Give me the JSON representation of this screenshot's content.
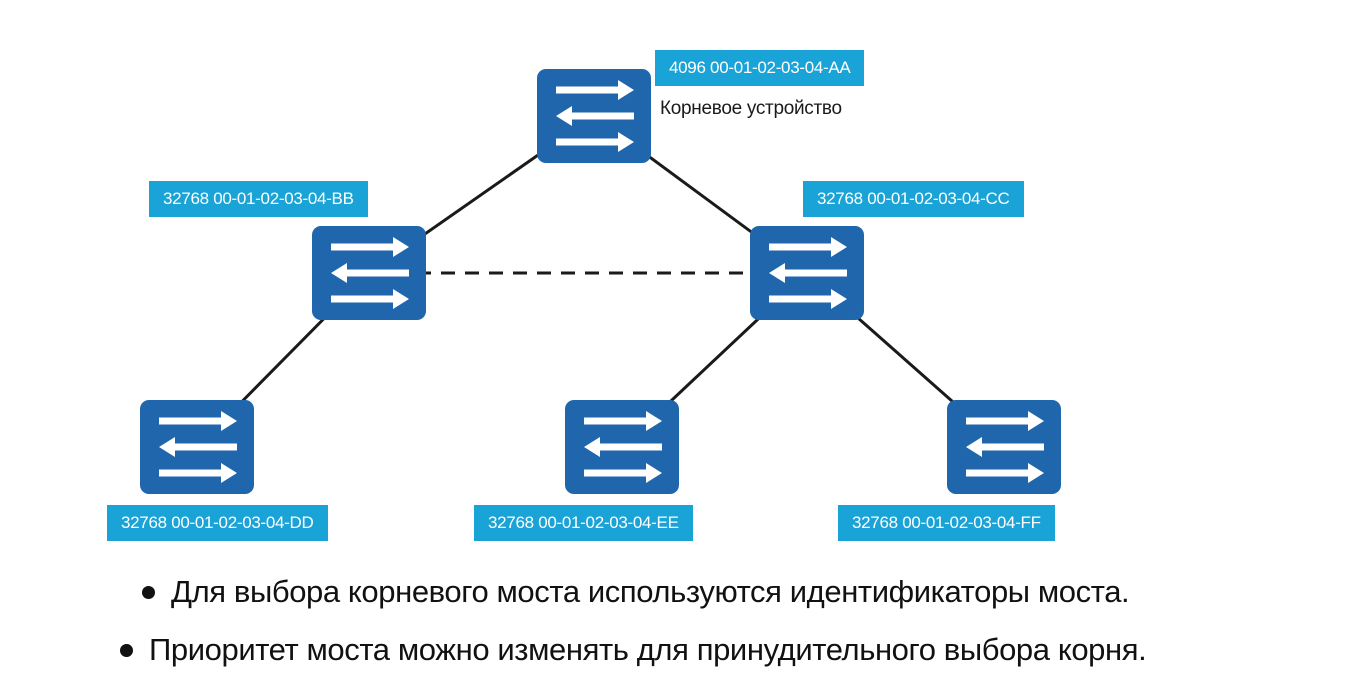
{
  "diagram": {
    "root_caption": "Корневое устройство",
    "switches": [
      {
        "id": "aa",
        "name": "switch-aa",
        "label": "4096 00-01-02-03-04-AA",
        "icon": "switch-icon"
      },
      {
        "id": "bb",
        "name": "switch-bb",
        "label": "32768 00-01-02-03-04-BB",
        "icon": "switch-icon"
      },
      {
        "id": "cc",
        "name": "switch-cc",
        "label": "32768 00-01-02-03-04-CC",
        "icon": "switch-icon"
      },
      {
        "id": "dd",
        "name": "switch-dd",
        "label": "32768 00-01-02-03-04-DD",
        "icon": "switch-icon"
      },
      {
        "id": "ee",
        "name": "switch-ee",
        "label": "32768 00-01-02-03-04-EE",
        "icon": "switch-icon"
      },
      {
        "id": "ff",
        "name": "switch-ff",
        "label": "32768 00-01-02-03-04-FF",
        "icon": "switch-icon"
      }
    ],
    "links": [
      {
        "from": "aa",
        "to": "bb",
        "style": "solid"
      },
      {
        "from": "aa",
        "to": "cc",
        "style": "solid"
      },
      {
        "from": "bb",
        "to": "cc",
        "style": "dashed"
      },
      {
        "from": "bb",
        "to": "dd",
        "style": "solid"
      },
      {
        "from": "cc",
        "to": "ee",
        "style": "solid"
      },
      {
        "from": "cc",
        "to": "ff",
        "style": "solid"
      }
    ],
    "colors": {
      "switch": "#1f66ad",
      "label_bg": "#1aa3d6",
      "label_text": "#ffffff",
      "link": "#1a1a1a"
    }
  },
  "bullets": [
    "Для выбора корневого моста используются идентификаторы моста.",
    "Приоритет моста можно изменять для принудительного выбора корня."
  ]
}
